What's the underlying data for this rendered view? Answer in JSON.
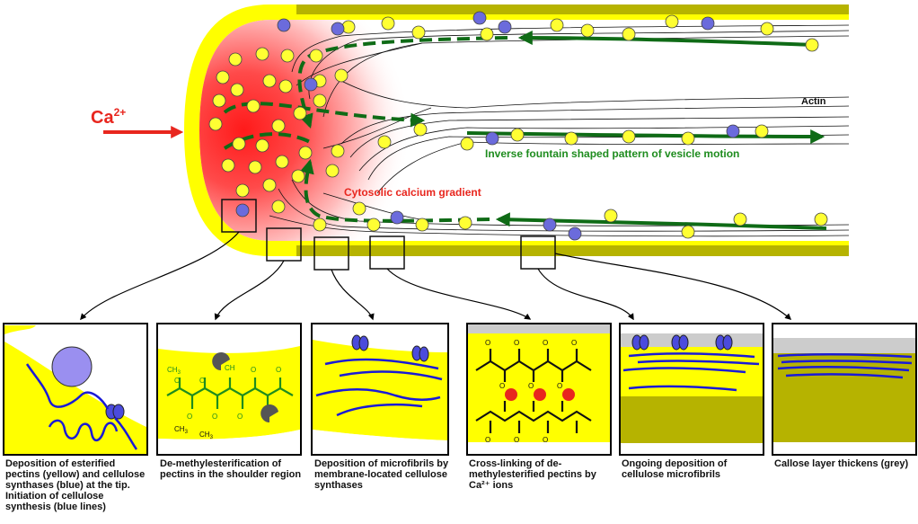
{
  "labels": {
    "ca_main": "Ca",
    "ca_sup": "2+",
    "actin": "Actin",
    "fountain": "Inverse fountain shaped pattern of vesicle motion",
    "gradient": "Cytosolic calcium gradient"
  },
  "panels": [
    {
      "caption": "Deposition of esterified pectins (yellow) and cellulose synthases (blue) at the tip. Initiation of cellulose synthesis (blue lines)"
    },
    {
      "caption": "De-methylesterification of pectins in the shoulder region"
    },
    {
      "caption": "Deposition of microfibrils by membrane-located cellulose synthases"
    },
    {
      "caption": "Cross-linking of de-methylesterified pectins by Ca²⁺ ions"
    },
    {
      "caption": "Ongoing deposition of cellulose microfibrils"
    },
    {
      "caption": "Callose layer thickens (grey)"
    }
  ],
  "chem": {
    "ch3": "CH",
    "ch3_sub": "3",
    "o": "O",
    "c": "C",
    "minus": "−"
  },
  "colors": {
    "wall_yellow": "#ffff00",
    "olive": "#b6b300",
    "gradient_red": "#ff1a1a",
    "vesicle_yellow": "#ffff33",
    "vesicle_blue": "#6b6bdc",
    "arrow_green": "#0f6b16",
    "cellulose_blue": "#1a1ad6",
    "callose_grey": "#c8c8c8",
    "ca_red": "#e8261e",
    "pectin_green": "#1e8c1e"
  }
}
